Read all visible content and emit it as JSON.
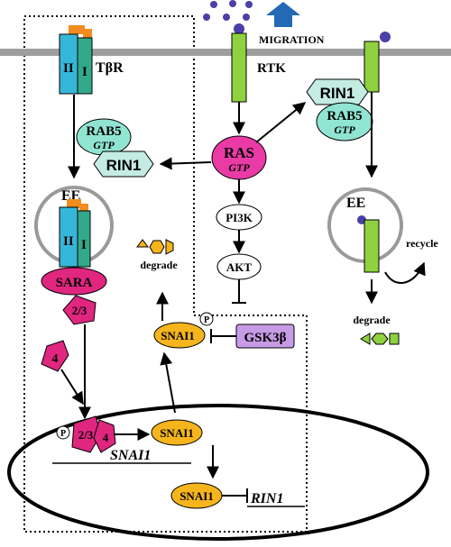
{
  "colors": {
    "membrane": "#9e9e9e",
    "receptor_green": "#8fd13f",
    "tbr_blue": "#37b7d8",
    "tbr_teal": "#33a98b",
    "tbr_orange": "#f28c1e",
    "rab5": "#8fe4d2",
    "rin1": "#c4ece2",
    "ras": "#ea3aa6",
    "snai1": "#f6b51d",
    "gsk3b": "#c79be6",
    "smad": "#e0267f",
    "ligand": "#4b3fa8",
    "migration_arrow": "#2469b6",
    "endosome_ring": "#9a9a9a"
  },
  "labels": {
    "tbr_ii": "II",
    "tbr_i": "I",
    "tbr_name": "TβR",
    "migration": "MIGRATION",
    "rtk": "RTK",
    "rab5_left": "RAB5",
    "gtp_left": "GTP",
    "rin1_left": "RIN1",
    "rin1_right": "RIN1",
    "rab5_right": "RAB5",
    "gtp_right": "GTP",
    "ras": "RAS",
    "ras_gtp": "GTP",
    "ee_left": "EE",
    "ee_right": "EE",
    "ee_ii": "II",
    "ee_i": "I",
    "sara": "SARA",
    "smad23_top": "2/3",
    "smad4_free": "4",
    "pi3k": "PI3K",
    "akt": "AKT",
    "gsk3b": "GSK3β",
    "snai1_cyto": "SNAI1",
    "p_cyto": "P",
    "degrade_top": "degrade",
    "degrade_bottom": "degrade",
    "recycle": "recycle",
    "p_nuc": "P",
    "smad23_nuc": "2/3",
    "smad4_nuc": "4",
    "snai1_gene": "SNAI1",
    "snai1_nuc": "SNAI1",
    "snai1_nuc2": "SNAI1",
    "rin1_gene": "RIN1"
  }
}
